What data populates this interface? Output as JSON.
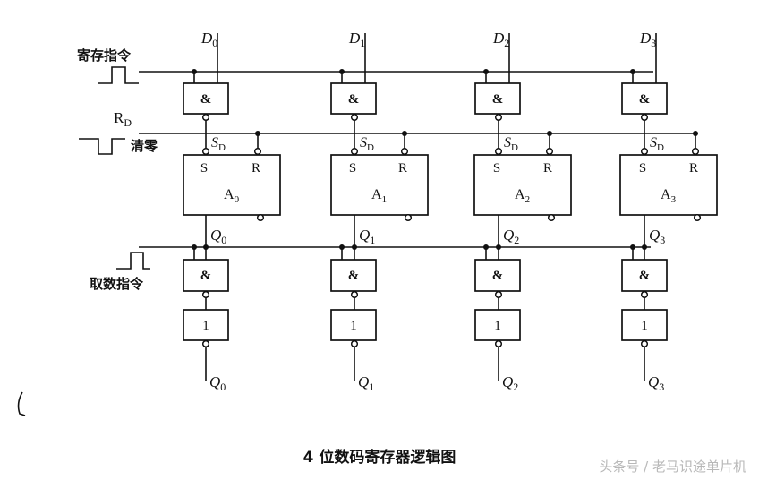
{
  "caption": "4 位数码寄存器逻辑图",
  "watermark": "头条号 / 老马识途单片机",
  "signals": {
    "store_cmd": "寄存指令",
    "rd": "R",
    "rd_sub": "D",
    "clear": "清零",
    "fetch_cmd": "取数指令"
  },
  "gates": {
    "and": "&",
    "not": "1"
  },
  "ff_pins": {
    "s": "S",
    "r": "R",
    "sd": "S",
    "sd_sub": "D"
  },
  "bits": [
    {
      "d": "D",
      "d_sub": "0",
      "ff": "A",
      "ff_sub": "0",
      "q": "Q",
      "q_sub": "0"
    },
    {
      "d": "D",
      "d_sub": "1",
      "ff": "A",
      "ff_sub": "1",
      "q": "Q",
      "q_sub": "1"
    },
    {
      "d": "D",
      "d_sub": "2",
      "ff": "A",
      "ff_sub": "2",
      "q": "Q",
      "q_sub": "2"
    },
    {
      "d": "D",
      "d_sub": "3",
      "ff": "A",
      "ff_sub": "3",
      "q": "Q",
      "q_sub": "3"
    }
  ]
}
